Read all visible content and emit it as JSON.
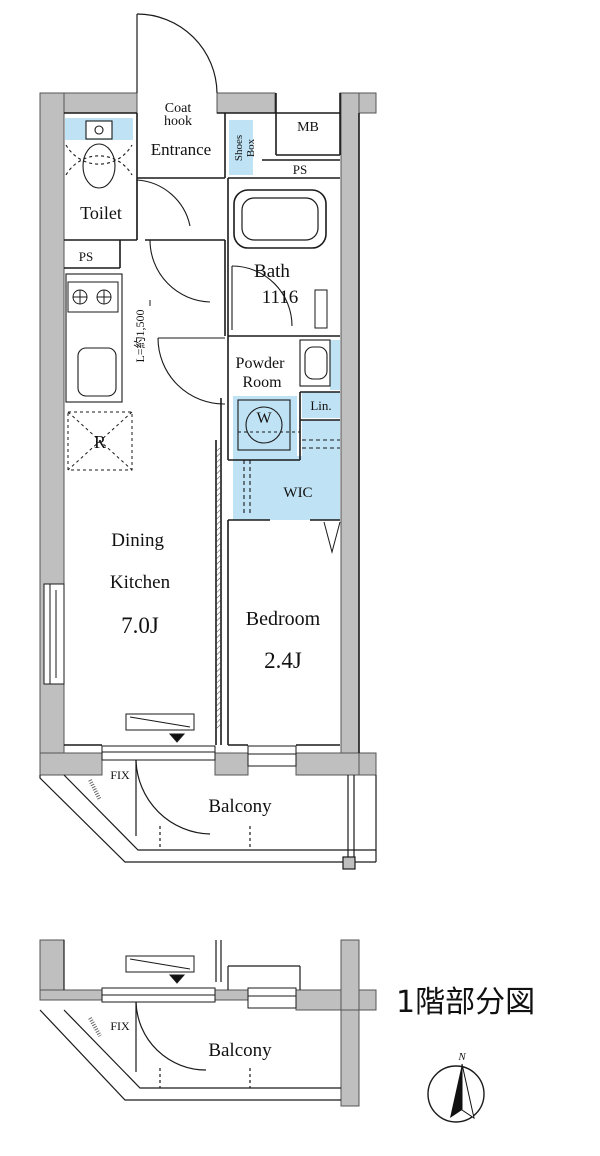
{
  "floor_plan": {
    "rooms": {
      "coat_hook": "Coat hook",
      "entrance": "Entrance",
      "shoes_box": "Shoes Box",
      "mb": "MB",
      "ps_top": "PS",
      "ps_left": "PS",
      "toilet": "Toilet",
      "bath": "Bath",
      "bath_size": "1116",
      "powder_room": "Powder Room",
      "linen": "Lin.",
      "washer": "W",
      "wic": "WIC",
      "dining_kitchen": "Dining Kitchen",
      "dining_kitchen_size": "7.0J",
      "bedroom": "Bedroom",
      "bedroom_size": "2.4J",
      "fridge": "R",
      "kitchen_length": "L=約1,500",
      "balcony": "Balcony",
      "fix": "FIX"
    },
    "partial_view": {
      "title": "1階部分図",
      "balcony": "Balcony",
      "fix": "FIX",
      "compass_label": "N"
    },
    "colors": {
      "wall": "#bfbfbf",
      "wet_area": "#bfe2f4",
      "line": "#1a1a1a"
    }
  }
}
